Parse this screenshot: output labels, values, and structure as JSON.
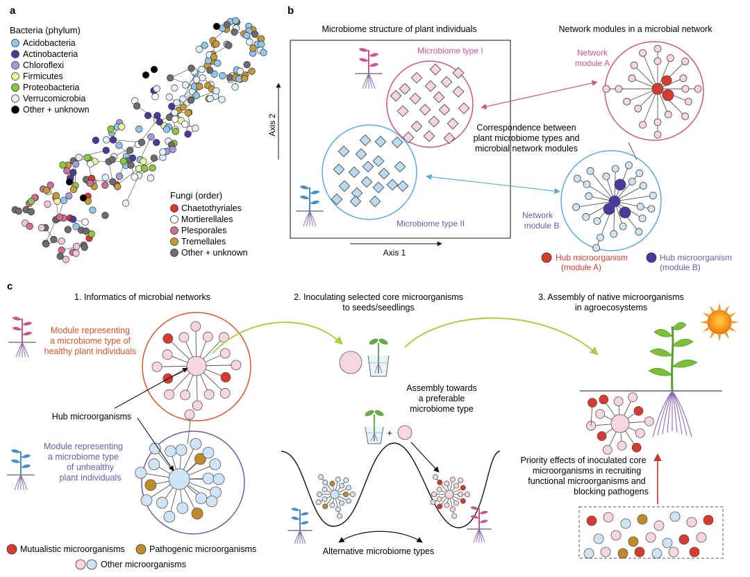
{
  "panel_a": {
    "label": "a",
    "bacteria_title": "Bacteria (phylum)",
    "bacteria": [
      {
        "name": "Acidobacteria",
        "color": "#8fc6ec"
      },
      {
        "name": "Actinobacteria",
        "color": "#4b3a9e"
      },
      {
        "name": "Chloroflexi",
        "color": "#a69bd6"
      },
      {
        "name": "Firmicutes",
        "color": "#eef6a2"
      },
      {
        "name": "Proteobacteria",
        "color": "#8dc63f"
      },
      {
        "name": "Verrucomicrobia",
        "color": "#e3f1fb"
      },
      {
        "name": "Other + unknown",
        "color": "#000000"
      }
    ],
    "fungi_title": "Fungi (order)",
    "fungi": [
      {
        "name": "Chaetothyriales",
        "color": "#d83a2e"
      },
      {
        "name": "Mortierellales",
        "color": "#ffffff"
      },
      {
        "name": "Plesporales",
        "color": "#cd6f98"
      },
      {
        "name": "Tremellales",
        "color": "#c49a3a"
      },
      {
        "name": "Other + unknown",
        "color": "#6d6d6d"
      }
    ]
  },
  "panel_b": {
    "label": "b",
    "left_title": "Microbiome structure of plant individuals",
    "right_title": "Network modules in a microbial network",
    "axis_x": "Axis 1",
    "axis_y": "Axis 2",
    "type1": "Microbiome type I",
    "type2": "Microbiome type II",
    "module_a": [
      "Network",
      "module A"
    ],
    "module_b": [
      "Network",
      "module B"
    ],
    "correspondence": [
      "Correspondence between",
      "plant microbiome types and",
      "microbial network modules"
    ],
    "hub_a": [
      "Hub microorganism",
      "(module A)"
    ],
    "hub_b": [
      "Hub microorganism",
      "(module B)"
    ],
    "colors": {
      "pink": "#c8578d",
      "blue": "#5aaad6",
      "hub_a": "#d83a2e",
      "hub_b": "#4b3a9e"
    }
  },
  "panel_c": {
    "label": "c",
    "step1": "1. Informatics of microbial networks",
    "step2": [
      "2. Inoculating selected core microorganisms",
      "to seeds/seedlings"
    ],
    "step3": [
      "3. Assembly of native microorganisms",
      "in agroecosystems"
    ],
    "healthy_module": [
      "Module representing",
      "a microbiome type of",
      "healthy plant individuals"
    ],
    "unhealthy_module": [
      "Module representing",
      "a microbiome type",
      "of unhealthy",
      "plant individuals"
    ],
    "hub_label": "Hub microorganisms",
    "assembly": [
      "Assembly towards",
      "a preferable",
      "microbiome type"
    ],
    "plus": "+",
    "alternative": "Alternative microbiome types",
    "priority": [
      "Priority effects of inoculated core",
      "microorganisms in recruiting",
      "functional microorganisms and",
      "blocking pathogens"
    ],
    "legend_mutualistic": "Mutualistic microorganisms",
    "legend_pathogenic": "Pathogenic microorganisms",
    "legend_other": "Other microorganisms",
    "colors": {
      "healthy": "#d8542f",
      "unhealthy": "#6b5aa8",
      "mutualistic": "#d83a2e",
      "pathogenic": "#c08a2a",
      "other_pink": "#f7d5e2",
      "other_blue": "#cfe5f5",
      "arrow_green": "#a8cf45",
      "arrow_red": "#c0392b"
    }
  }
}
